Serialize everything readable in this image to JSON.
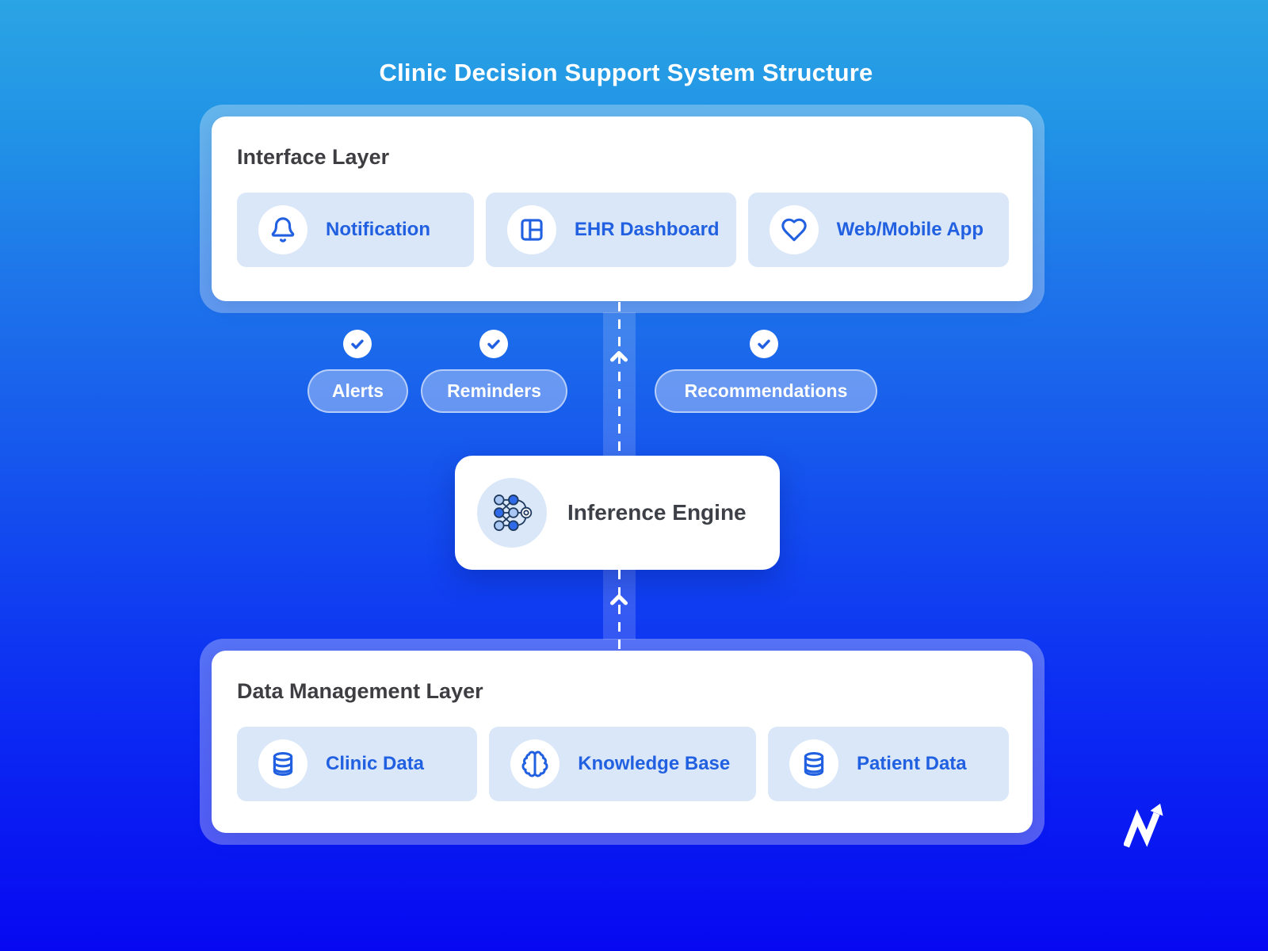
{
  "title": "Clinic Decision Support System Structure",
  "interface_layer": {
    "title": "Interface Layer",
    "items": [
      {
        "label": "Notification",
        "icon": "bell-icon"
      },
      {
        "label": "EHR Dashboard",
        "icon": "layout-dashboard-icon"
      },
      {
        "label": "Web/Mobile App",
        "icon": "heart-icon"
      }
    ]
  },
  "connectors": {
    "direction": "up",
    "badges": [
      {
        "label": "Alerts",
        "icon": "check-icon"
      },
      {
        "label": "Reminders",
        "icon": "check-icon"
      },
      {
        "label": "Recommendations",
        "icon": "check-icon"
      }
    ]
  },
  "inference_engine": {
    "label": "Inference Engine",
    "icon": "neural-network-icon"
  },
  "data_layer": {
    "title": "Data Management Layer",
    "items": [
      {
        "label": "Clinic Data",
        "icon": "database-icon"
      },
      {
        "label": "Knowledge Base",
        "icon": "brain-icon"
      },
      {
        "label": "Patient Data",
        "icon": "database-icon"
      }
    ]
  },
  "watermark": {
    "icon": "m-arrow-logo-icon"
  },
  "colors": {
    "background_top": "#2BA4E4",
    "background_bottom": "#0607F1",
    "accent_blue": "#2160E0",
    "item_background": "#D9E7F9",
    "card_background": "#FFFFFF",
    "heading_text": "#3E3E42",
    "badge_text": "#FFFFFF"
  }
}
